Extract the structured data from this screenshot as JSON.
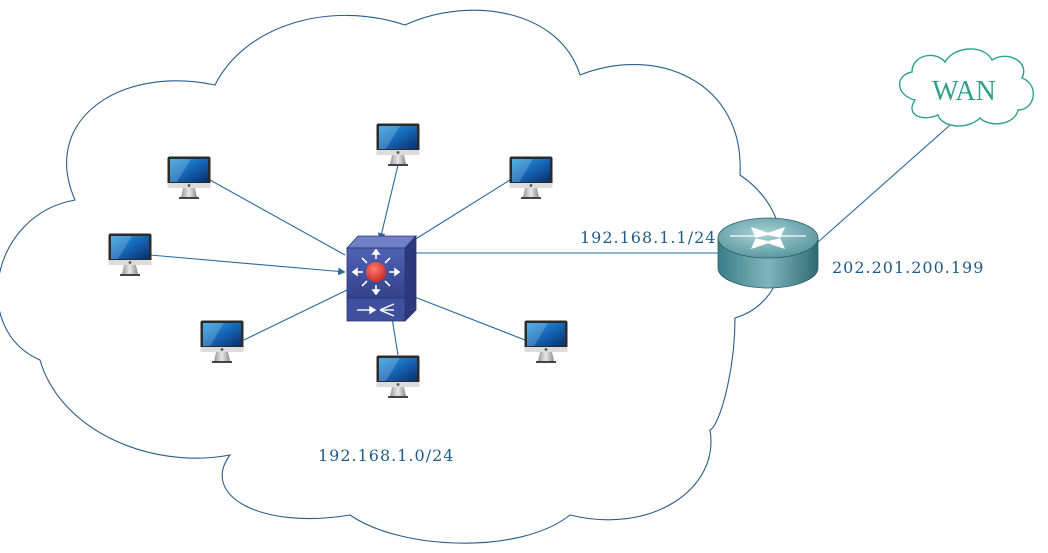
{
  "labels": {
    "lan_subnet": "192.168.1.0/24",
    "router_lan_ip": "192.168.1.1/24",
    "router_wan_ip": "202.201.200.199",
    "wan_cloud": "WAN"
  },
  "colors": {
    "link": "#2a6a9e",
    "label": "#1f5a8a",
    "wan_cloud": "#2ea18a",
    "switch_body": "#3c4e9a",
    "switch_core": "#d84040",
    "router_body": "#4a8a92"
  },
  "icons": {
    "pc": "imac-computer-icon",
    "switch": "layer3-switch-icon",
    "router": "router-icon",
    "wan": "wan-cloud-icon"
  }
}
